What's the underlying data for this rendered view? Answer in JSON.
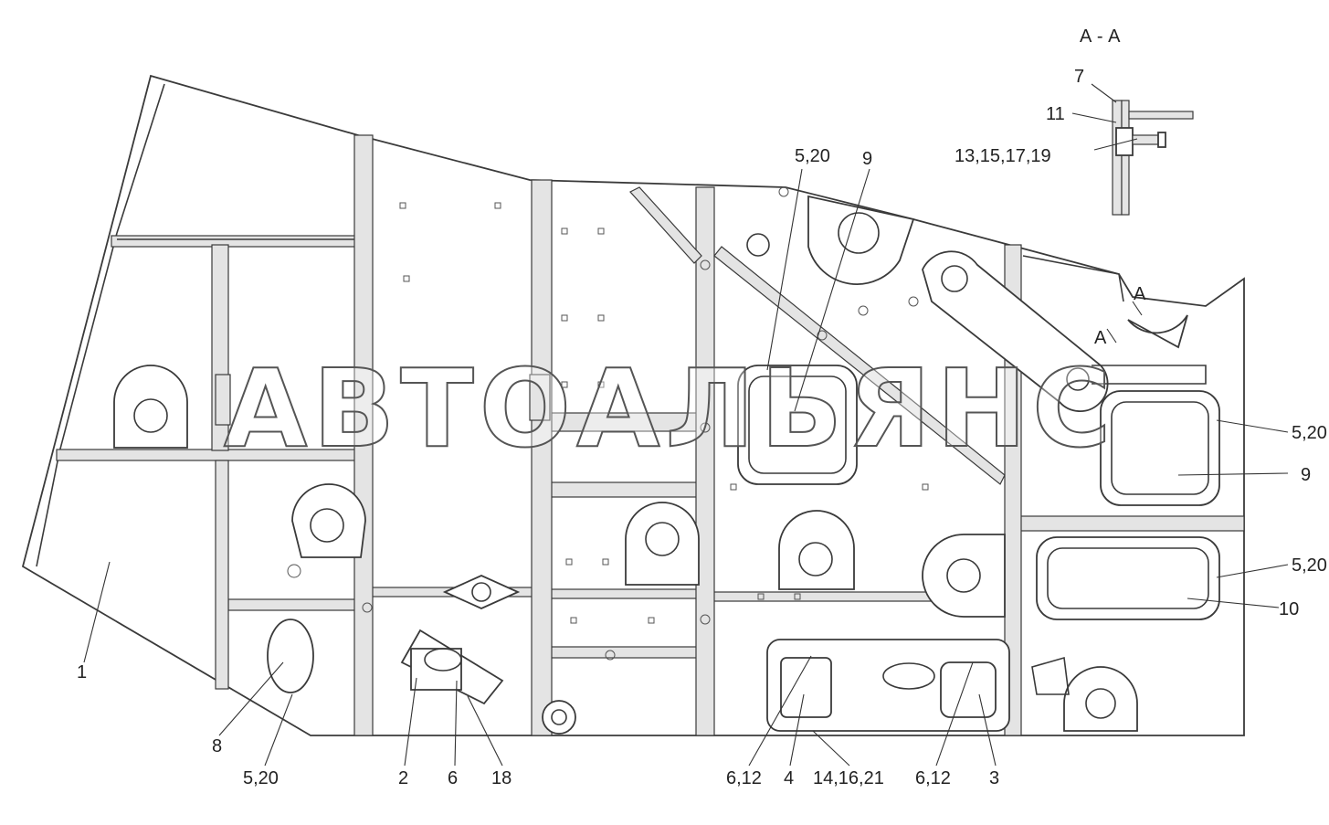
{
  "section_title": "А - А",
  "watermark": "АВТОАЛЬЯНС",
  "section_marks": [
    "А",
    "А"
  ],
  "callouts": {
    "c7": "7",
    "c11": "11",
    "c13": "13,15,17,19",
    "c520_a": "5,20",
    "c9_a": "9",
    "c520_b": "5,20",
    "c9_b": "9",
    "c520_c": "5,20",
    "c10": "10",
    "c1": "1",
    "c8": "8",
    "c520_d": "5,20",
    "c2": "2",
    "c6": "6",
    "c18": "18",
    "c612_a": "6,12",
    "c4": "4",
    "c14": "14,16,21",
    "c612_b": "6,12",
    "c3": "3"
  }
}
